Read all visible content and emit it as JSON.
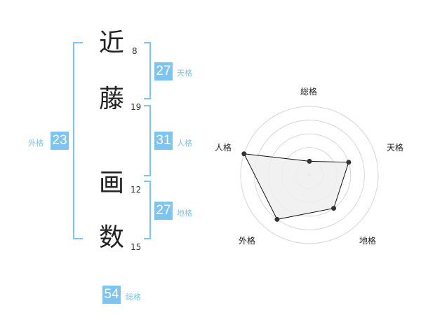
{
  "characters": [
    {
      "char": "近",
      "strokes": "8"
    },
    {
      "char": "藤",
      "strokes": "19"
    },
    {
      "char": "画",
      "strokes": "12"
    },
    {
      "char": "数",
      "strokes": "15"
    }
  ],
  "kakusu": {
    "tenkaku": {
      "label": "天格",
      "value": "27"
    },
    "jinkaku": {
      "label": "人格",
      "value": "31"
    },
    "chikaku": {
      "label": "地格",
      "value": "27"
    },
    "gaikaku": {
      "label": "外格",
      "value": "23"
    },
    "soukaku": {
      "label": "総格",
      "value": "54"
    }
  },
  "chart_data": {
    "type": "radar",
    "axes": [
      "総格",
      "天格",
      "地格",
      "外格",
      "人格"
    ],
    "values": [
      0.2,
      0.6,
      0.6,
      0.8,
      1.0
    ],
    "range": [
      0,
      1
    ],
    "rings": 5,
    "colors": {
      "fill": "#efefef",
      "line": "#111111",
      "grid": "#d6d6d6",
      "point": "#333333"
    }
  }
}
